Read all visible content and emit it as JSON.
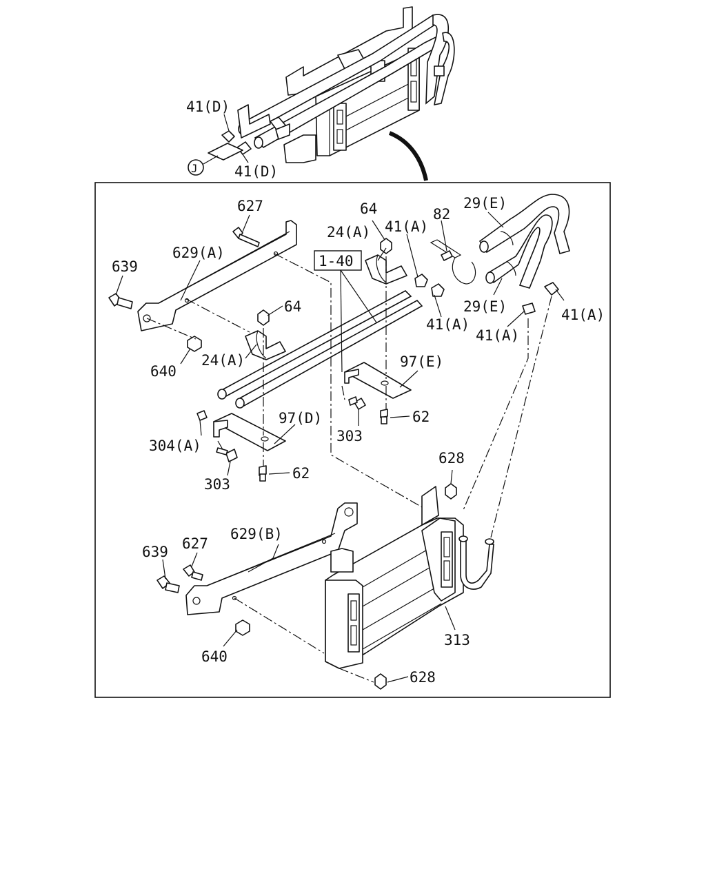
{
  "labels": {
    "top_41d_a": "41(D)",
    "top_41d_b": "41(D)",
    "ref_j": "J",
    "l627a": "627",
    "l629a": "629(A)",
    "l639a": "639",
    "l640a": "640",
    "l64a": "64",
    "l24a_a": "24(A)",
    "l64b": "64",
    "l24a_b": "24(A)",
    "l140": "1-40",
    "l41a_a": "41(A)",
    "l82": "82",
    "l29e_a": "29(E)",
    "l29e_b": "29(E)",
    "l41a_b": "41(A)",
    "l41a_c": "41(A)",
    "l41a_d": "41(A)",
    "l97e": "97(E)",
    "l62a": "62",
    "l303a": "303",
    "l304a": "304(A)",
    "l97d": "97(D)",
    "l303b": "303",
    "l62b": "62",
    "l628a": "628",
    "l629b": "629(B)",
    "l639b": "639",
    "l627b": "627",
    "l640b": "640",
    "l313": "313",
    "l628b": "628"
  }
}
